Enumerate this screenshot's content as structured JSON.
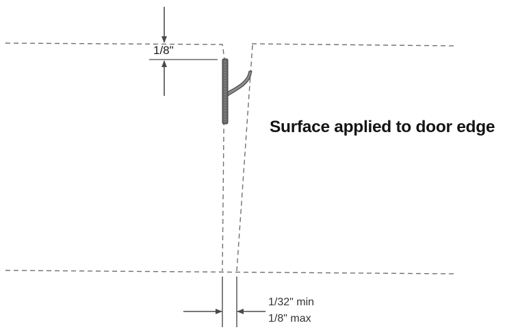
{
  "diagram": {
    "labels": {
      "top_offset": "1/8\"",
      "caption": "Surface applied to door edge",
      "gap_min": "1/32\" min",
      "gap_max": "1/8\" max"
    },
    "colors": {
      "line": "#4a4a4a",
      "dash": "#6e6e6e",
      "seal": "#555555",
      "text": "#1a1a1a"
    }
  }
}
